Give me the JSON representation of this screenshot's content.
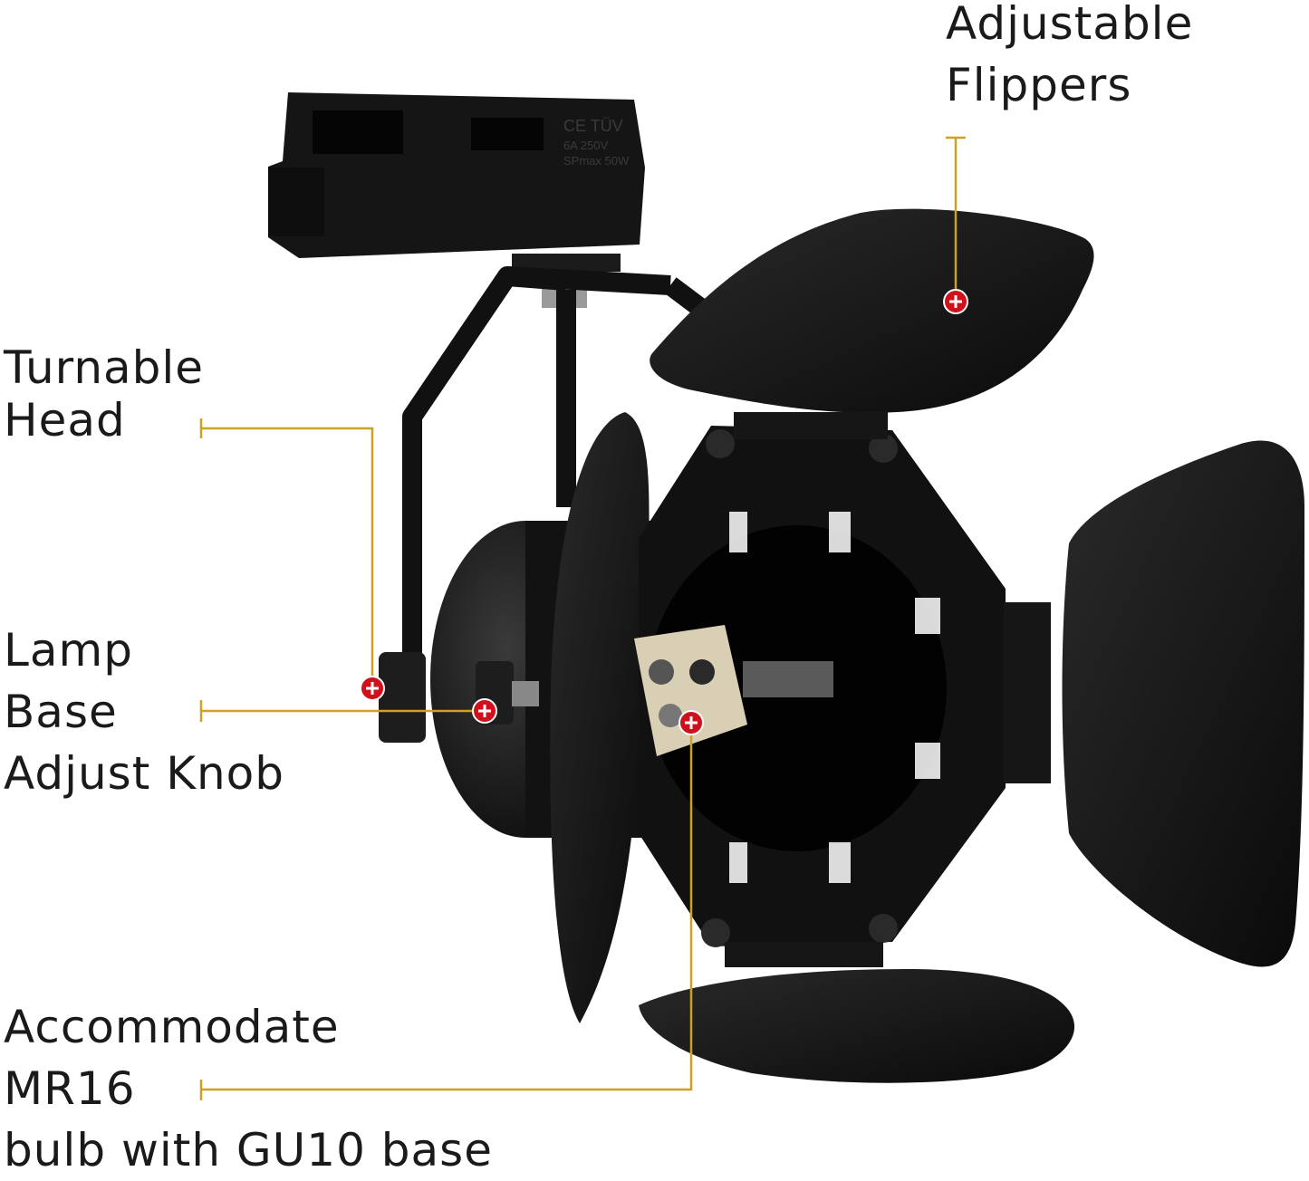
{
  "labels": {
    "flippers": [
      "Adjustable",
      "Flippers"
    ],
    "head": [
      "Turnable",
      "Head"
    ],
    "knob": [
      "Lamp",
      "Base",
      "Adjust Knob"
    ],
    "bulb": [
      "Accommodate",
      "MR16",
      "bulb with GU10 base"
    ]
  },
  "product_print": {
    "line1": "CE  TÜV",
    "line2": "6A 250V",
    "line3": "SPmax 50W"
  },
  "colors": {
    "leader_line": "#c9a227",
    "marker": "#d0101a",
    "fixture": "#141414",
    "socket": "#d9cfb4"
  }
}
